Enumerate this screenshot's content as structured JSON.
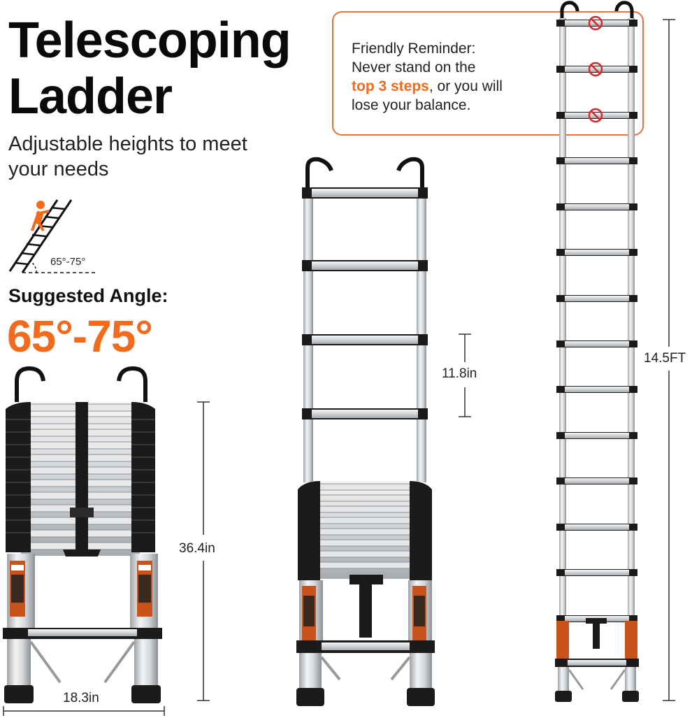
{
  "title_line1": "Telescoping",
  "title_line2": "Ladder",
  "subtitle": "Adjustable heights to meet your needs",
  "icon_angle_label": "65°-75°",
  "angle_label": "Suggested Angle:",
  "angle_value": "65°-75°",
  "reminder": {
    "line1": "Friendly Reminder:",
    "line2": "Never stand on the",
    "highlight": "top 3 steps",
    "line3_rest": ", or you will",
    "line4": "lose your balance."
  },
  "dimensions": {
    "collapsed_height": "36.4in",
    "width": "18.3in",
    "step_spacing": "11.8in",
    "full_height": "14.5FT"
  },
  "colors": {
    "accent": "#f26a1b",
    "reminder_border": "#e2733a",
    "dark": "#1a1a1a",
    "aluminum": "#d9dcdf"
  }
}
